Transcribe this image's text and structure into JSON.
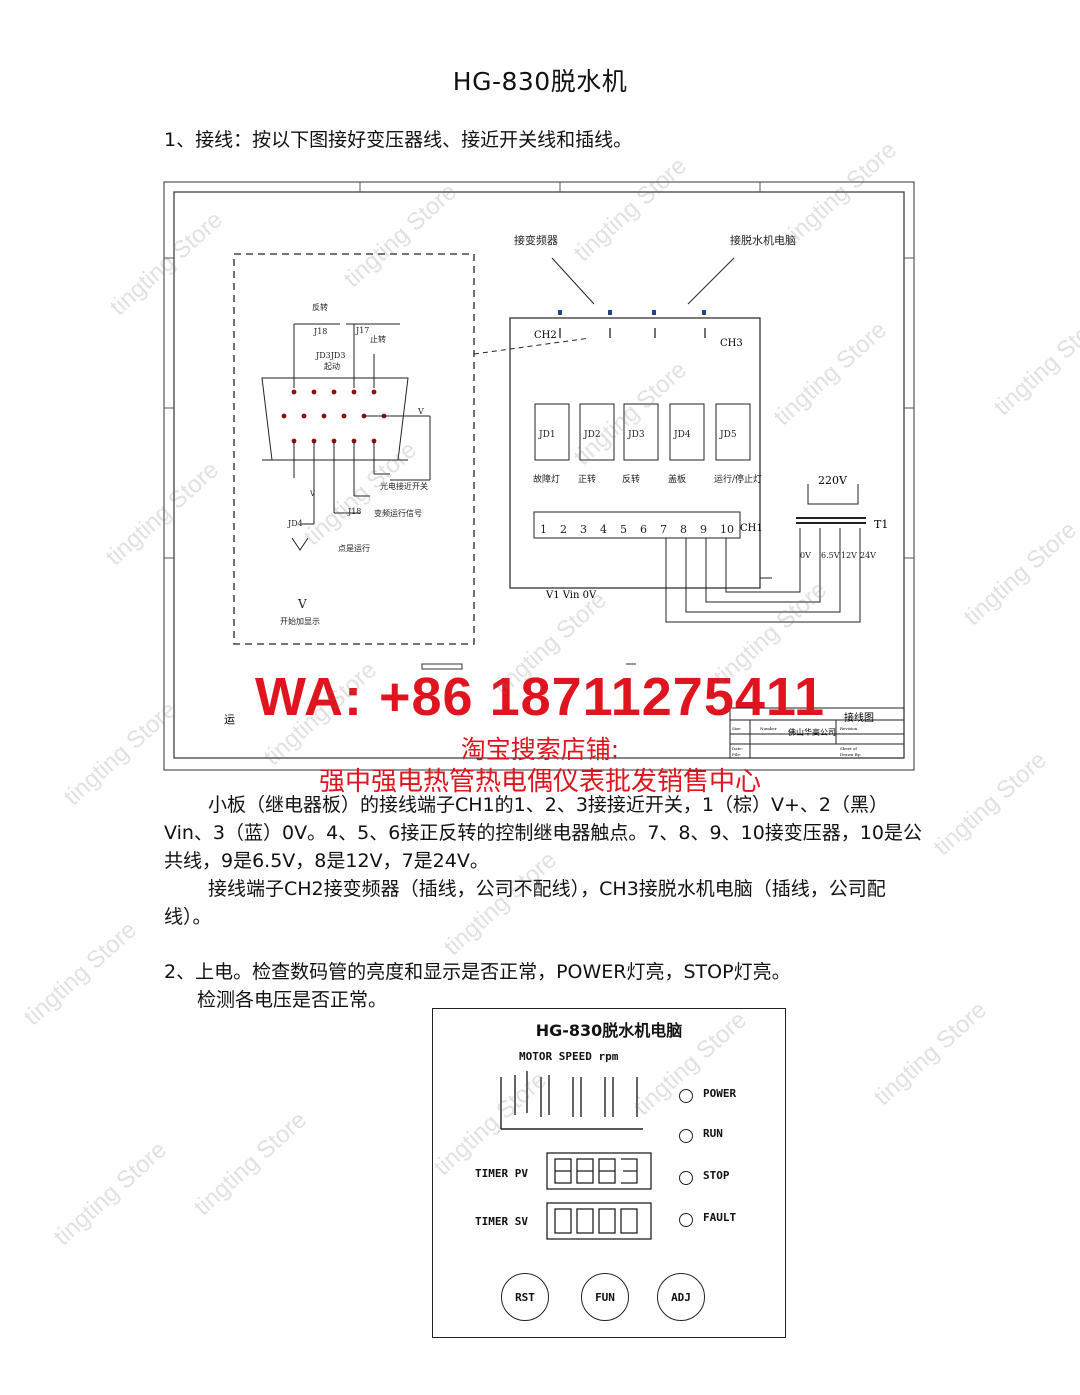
{
  "title": "HG-830脱水机",
  "step1": "1、接线：按以下图接好变压器线、接近开关线和插线。",
  "diagram": {
    "left_labels": {
      "reverse": "反转",
      "j18": "J18",
      "j17": "J17",
      "stop_rotation": "止转",
      "jd3jd3": "JD3JD3",
      "start": "起动",
      "v": "V",
      "jd4": "JD4",
      "j18b": "J18",
      "run_label": "点是运行",
      "v_big": "V",
      "display": "开始加显示",
      "contact1": "光电接近开关",
      "contact2": "变频运行信号"
    },
    "top_labels": {
      "inverter": "接变频器",
      "computer": "接脱水机电脑"
    },
    "ch2": "CH2",
    "ch3": "CH3",
    "ch1": "CH1",
    "relays": [
      {
        "id": "JD1",
        "label": "故障灯"
      },
      {
        "id": "JD2",
        "label": "正转"
      },
      {
        "id": "JD3",
        "label": "反转"
      },
      {
        "id": "JD4",
        "label": "盖板"
      },
      {
        "id": "JD5",
        "label": "运行/停止灯"
      }
    ],
    "terminals": [
      "1",
      "2",
      "3",
      "4",
      "5",
      "6",
      "7",
      "8",
      "9",
      "10"
    ],
    "v_labels": "V1   Vin  0V",
    "supply": "220V",
    "transformer": "T1",
    "taps": [
      "0V",
      "6.5V",
      "12V",
      "24V"
    ],
    "footer": {
      "left_char": "运",
      "title_block": "接线图",
      "company": "佛山华高公司",
      "small1": "Size",
      "small2": "Number",
      "small3": "Revision",
      "small4": "Date:",
      "small5": "File:",
      "small6": "Sheet  of",
      "small7": "Drawn By:"
    }
  },
  "overlay": {
    "wa": "WA: +86 18711275411",
    "shop1": "淘宝搜索店铺:",
    "shop2": "强中强电热管热电偶仪表批发销售中心"
  },
  "watermark": "tingting Store",
  "desc": {
    "p1": "小板（继电器板）的接线端子CH1的1、2、3接接近开关，1（棕）V+、2（黑）Vin、3（蓝）0V。4、5、6接正反转的控制继电器触点。7、8、9、10接变压器，10是公共线，9是6.5V，8是12V，7是24V。",
    "p2": "接线端子CH2接变频器（插线，公司不配线），CH3接脱水机电脑（插线，公司配线）。"
  },
  "step2": {
    "line1": "2、上电。检查数码管的亮度和显示是否正常，POWER灯亮，STOP灯亮。",
    "line2": "检测各电压是否正常。"
  },
  "panel": {
    "title": "HG-830脱水机电脑",
    "speed_label": "MOTOR SPEED rpm",
    "timer_pv": "TIMER PV",
    "timer_sv": "TIMER SV",
    "leds": [
      "POWER",
      "RUN",
      "STOP",
      "FAULT"
    ],
    "buttons": [
      "RST",
      "FUN",
      "ADJ"
    ]
  }
}
